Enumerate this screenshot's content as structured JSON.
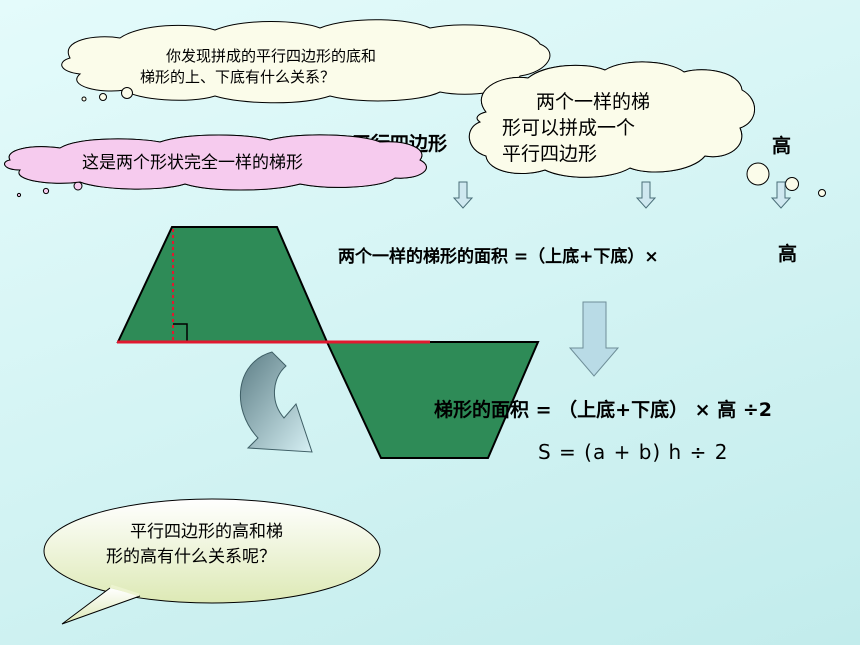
{
  "clouds": {
    "top_question": [
      "你发现拼成的平行四边形的底和",
      "梯形的上、下底有什么关系？"
    ],
    "two_same": [
      "两个一样的梯",
      "形可以拼成一个",
      "平行四边形"
    ],
    "same_shape": "这是两个形状完全一样的梯形"
  },
  "hidden_line": {
    "prefix": "平行四边形",
    "height_word": "高"
  },
  "formula_two": {
    "text": "两个一样的梯形的面积 =（上底+下底）×",
    "height_word": "高"
  },
  "formula_one": "梯形的面积 = （上底+下底） × 高 ÷2",
  "formula_s": "S = (a + b) h ÷ 2",
  "bottom_question": [
    "平行四边形的高和梯",
    "形的高有什么关系呢？"
  ],
  "colors": {
    "trapezoid_fill": "#2e8b57",
    "base_line": "#e0192f",
    "cloud_fill_cream": "#f7fbe3",
    "cloud_fill_pink": "#f6c8ec",
    "arrow_fill": "#b9dbe6",
    "bubble_fill": "#eef5d8"
  }
}
